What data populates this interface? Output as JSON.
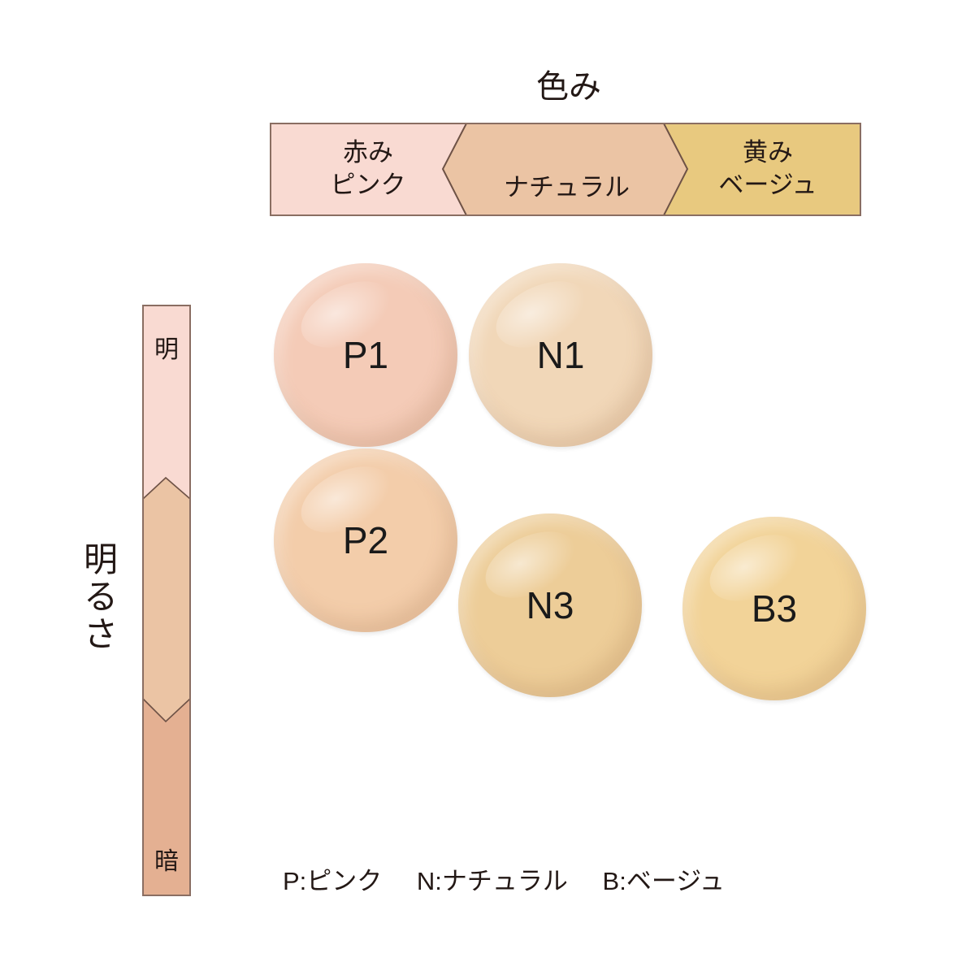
{
  "hue_axis": {
    "title": "色み",
    "segments": [
      {
        "line1": "赤み",
        "line2": "ピンク",
        "color": "#F9DAD2"
      },
      {
        "line1": "",
        "line2": "ナチュラル",
        "color": "#EBC4A4"
      },
      {
        "line1": "黄み",
        "line2": "ベージュ",
        "color": "#E8C97F"
      }
    ]
  },
  "brightness_axis": {
    "title_chars": [
      "明",
      "る",
      "さ"
    ],
    "top_label": "明",
    "bottom_label": "暗",
    "segment_colors": [
      "#F9DAD2",
      "#EBC4A4",
      "#E4B092"
    ]
  },
  "swatches": [
    {
      "code": "P1",
      "color": "#F4CBB7"
    },
    {
      "code": "N1",
      "color": "#F1D7B8"
    },
    {
      "code": "P2",
      "color": "#F3CDAA"
    },
    {
      "code": "N3",
      "color": "#EDCD98"
    },
    {
      "code": "B3",
      "color": "#F2D398"
    }
  ],
  "legend": {
    "items": [
      "P:ピンク",
      "N:ナチュラル",
      "B:ベージュ"
    ]
  },
  "colors": {
    "border": "#8A6E62",
    "text": "#231815"
  }
}
